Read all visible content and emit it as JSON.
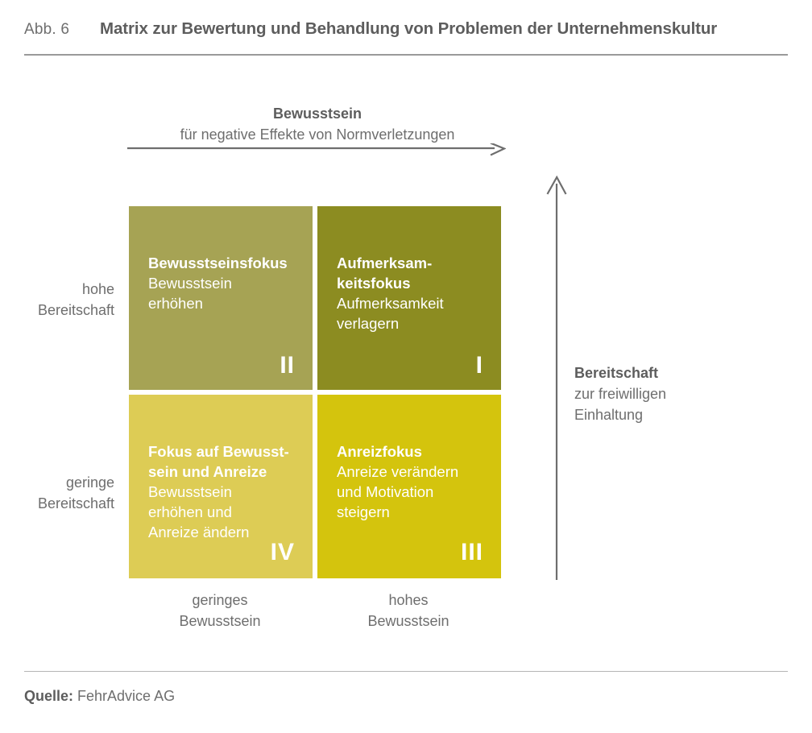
{
  "header": {
    "figure_number": "Abb. 6",
    "title": "Matrix zur Bewertung und Behandlung von Problemen der Unternehmenskultur"
  },
  "axes": {
    "top": {
      "title": "Bewusstsein",
      "subtitle": "für negative Effekte von Normverletzungen",
      "arrow": "arrow-right-icon"
    },
    "right": {
      "title": "Bereitschaft",
      "subtitle_line1": "zur freiwilligen",
      "subtitle_line2": "Einhaltung",
      "arrow": "arrow-up-icon"
    },
    "left_ticks": [
      {
        "line1": "hohe",
        "line2": "Bereitschaft"
      },
      {
        "line1": "geringe",
        "line2": "Bereitschaft"
      }
    ],
    "bottom_ticks": [
      {
        "line1": "geringes",
        "line2": "Bewusstsein"
      },
      {
        "line1": "hohes",
        "line2": "Bewusstsein"
      }
    ]
  },
  "matrix": {
    "quadrants": [
      {
        "id": "II",
        "position": "top-left",
        "title": "Bewusstseinsfokus",
        "body": "Bewusstsein\nerhöhen",
        "color": "#a6a354"
      },
      {
        "id": "I",
        "position": "top-right",
        "title": "Aufmerksam-\nkeitsfokus",
        "body": "Aufmerksamkeit\nverlagern",
        "color": "#8c8c21"
      },
      {
        "id": "IV",
        "position": "bottom-left",
        "title": "Fokus auf Bewusst-\nsein und Anreize",
        "body": "Bewusstsein\nerhöhen und\nAnreize ändern",
        "color": "#ddcc55"
      },
      {
        "id": "III",
        "position": "bottom-right",
        "title": "Anreizfokus",
        "body": "Anreize verändern\nund Motivation\nsteigern",
        "color": "#d4c40d"
      }
    ]
  },
  "footer": {
    "source_label": "Quelle:",
    "source_value": "FehrAdvice AG"
  },
  "colors": {
    "text_primary": "#5d5d5d",
    "text_secondary": "#6e6e6e",
    "rule": "#9a9a9a",
    "arrow": "#6e6e6e",
    "quadrant_label": "#ffffff"
  }
}
